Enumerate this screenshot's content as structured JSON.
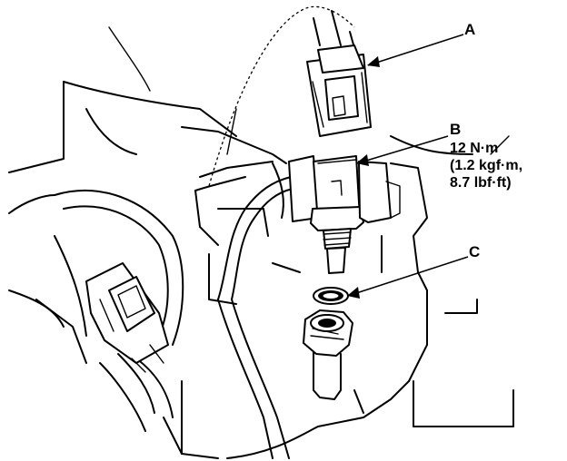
{
  "callouts": {
    "a": {
      "letter": "A"
    },
    "b": {
      "letter": "B",
      "torque_line1": "12 N·m",
      "torque_line2": "(1.2 kgf·m,",
      "torque_line3": "8.7 lbf·ft)"
    },
    "c": {
      "letter": "C"
    }
  },
  "icons": [
    "connector-a-icon",
    "sensor-b-icon",
    "washer-c-icon",
    "mounting-boss-icon",
    "engine-block-outline-icon",
    "harness-connector-icon"
  ]
}
